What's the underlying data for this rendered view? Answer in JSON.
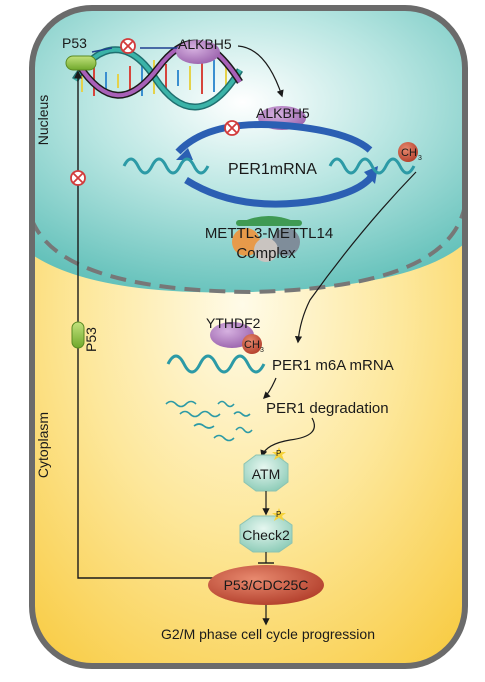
{
  "regions": {
    "nucleus": "Nucleus",
    "cytoplasm": "Cytoplasm"
  },
  "labels": {
    "p53_top": "P53",
    "p53_side": "P53",
    "alkbh5_top": "ALKBH5",
    "alkbh5_cycle": "ALKBH5",
    "per1_mrna": "PER1mRNA",
    "ch3_nucleus": "CH",
    "ch3_nucleus_sub": "3",
    "methyltransferase": "METTL3-METTL14",
    "complex": "Complex",
    "ythdf2": "YTHDF2",
    "ch3_cyto": "CH",
    "ch3_cyto_sub": "3",
    "per1_m6a": "PER1 m6A mRNA",
    "degradation": "PER1 degradation",
    "atm": "ATM",
    "check2": "Check2",
    "phospho_atm": "P",
    "phospho_check2": "P",
    "p53_cdc25c": "P53/CDC25C",
    "outcome": "G2/M phase cell cycle progression"
  },
  "icons": {
    "inhibit": "inhibit-circle-icon",
    "phosphate": "phosphate-star-icon",
    "dna": "dna-helix-icon"
  },
  "colors": {
    "nucleus_fill": "#7ecfc9",
    "cytoplasm_fill": "#fbd55a",
    "cell_border": "#6b6b6b",
    "alkbh5": "#b77fc4",
    "mettl": "#3f9a53",
    "p53": "#8cbf3f",
    "ch3": "#ef8f78",
    "hexagon": "#a8d9c8",
    "ellipse": "#c24a36",
    "inhibit": "#d23b3b",
    "rna": "#2c9aa6"
  }
}
